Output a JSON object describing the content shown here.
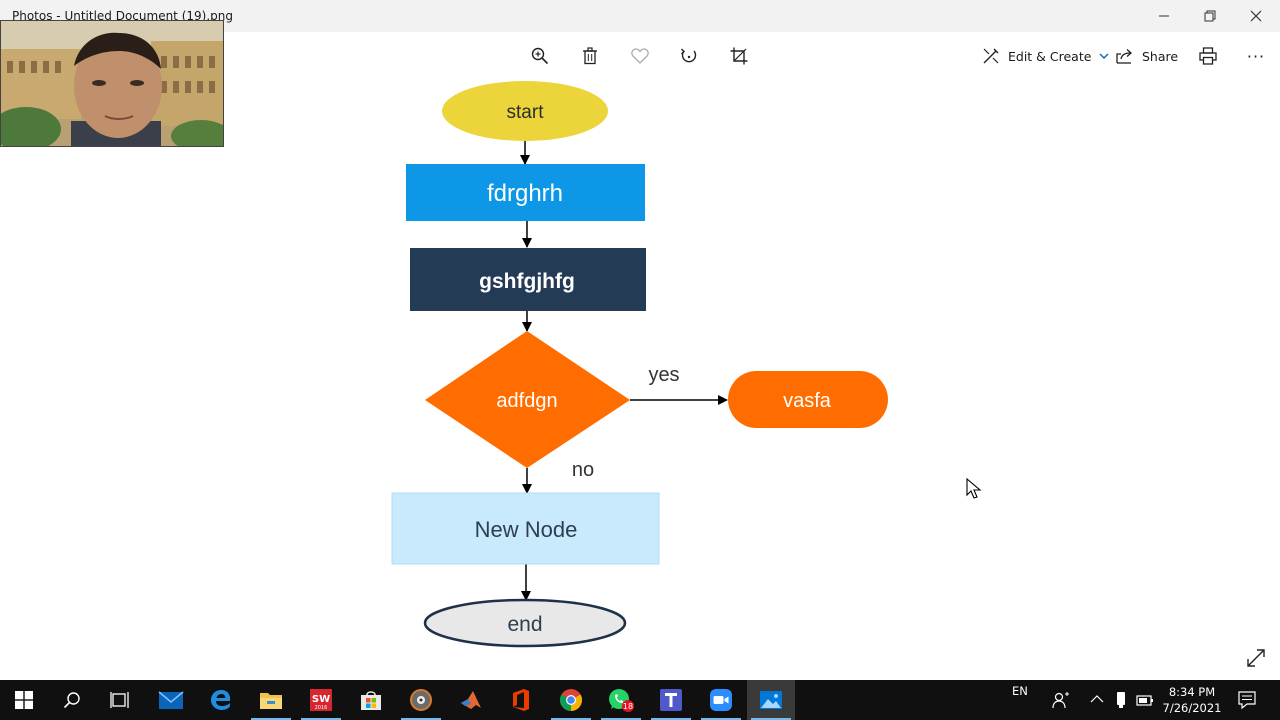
{
  "window": {
    "title": "Photos - Untitled Document (19).png",
    "minimize_icon": "minimize-icon",
    "restore_icon": "restore-icon",
    "close_icon": "close-icon"
  },
  "toolbar": {
    "zoom_icon": "zoom-in-icon",
    "delete_icon": "trash-icon",
    "favorite_icon": "heart-icon",
    "rotate_icon": "rotate-icon",
    "crop_icon": "crop-icon",
    "edit_create_label": "Edit & Create",
    "share_label": "Share",
    "print_icon": "print-icon",
    "more_label": "···"
  },
  "flowchart": {
    "start": "start",
    "step1": "fdrghrh",
    "step2": "gshfgjhfg",
    "decision": "adfdgn",
    "yes_label": "yes",
    "no_label": "no",
    "yes_target": "vasfa",
    "new_node": "New Node",
    "end": "end",
    "colors": {
      "start": "#ecd53a",
      "step1": "#0d97e6",
      "step2": "#243b55",
      "decision": "#ff6d00",
      "yes_target": "#ff6d00",
      "new_node": "#c9eafd",
      "end": "#e8e8e8"
    }
  },
  "taskbar": {
    "apps": [
      "windows-start-icon",
      "search-icon",
      "task-view-icon",
      "mail-icon",
      "edge-icon",
      "file-explorer-icon",
      "solidworks-icon",
      "store-icon",
      "media-player-icon",
      "matlab-icon",
      "office-icon",
      "chrome-icon",
      "whatsapp-icon",
      "teams-icon",
      "zoom-icon",
      "photos-icon"
    ],
    "solidworks_text": "SW",
    "solidworks_year": "2016",
    "whatsapp_badge": "18",
    "language": "EN",
    "time": "8:34 PM",
    "date": "7/26/2021"
  }
}
